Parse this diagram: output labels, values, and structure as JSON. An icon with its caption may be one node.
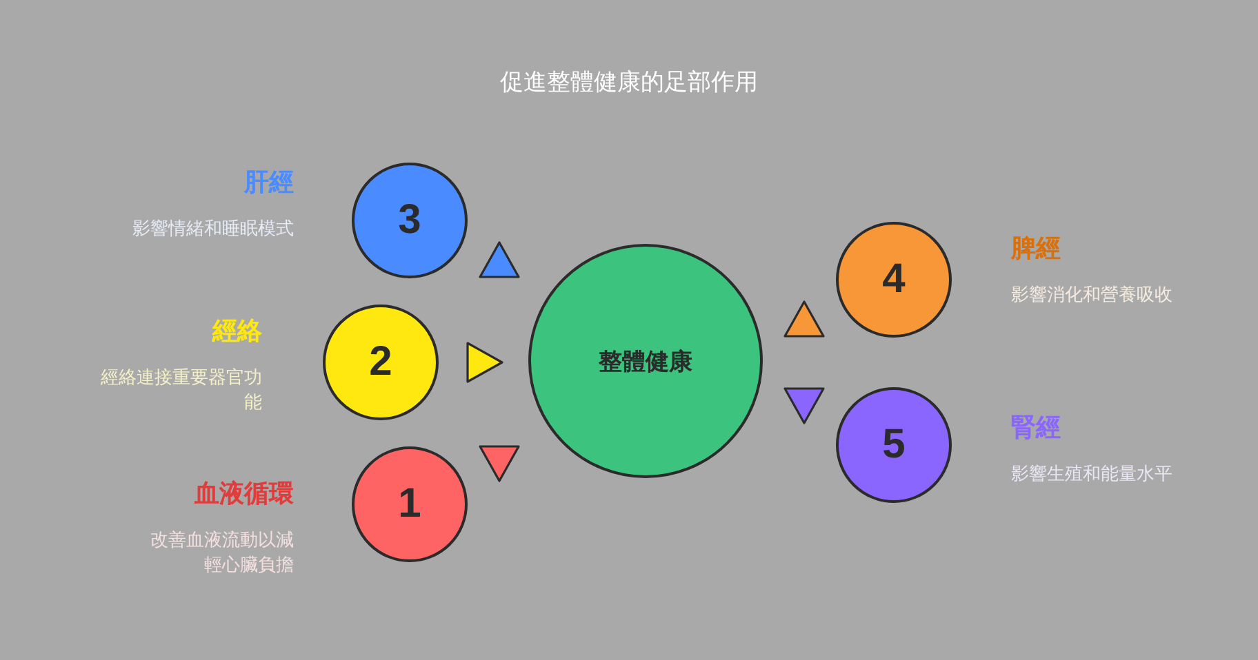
{
  "diagram": {
    "title": "促進整體健康的足部作用",
    "nodes": [
      {
        "text": [
          "3"
        ],
        "beside": [
          "肝經",
          "影響情緒和睡眠模式"
        ]
      },
      {
        "text": [
          "2"
        ],
        "beside": [
          "經絡",
          "經絡連接重要器官功能"
        ]
      },
      {
        "text": [
          "1"
        ],
        "beside": [
          "血液循環",
          "改善血液流動以減輕心臟負擔"
        ]
      },
      {
        "text": [
          "整體健康"
        ]
      },
      {
        "text": [
          "4"
        ],
        "beside": [
          "脾經",
          "影響消化和營養吸收"
        ]
      },
      {
        "text": [
          "5"
        ],
        "beside": [
          "腎經",
          "影響生殖和能量水平"
        ]
      }
    ]
  }
}
